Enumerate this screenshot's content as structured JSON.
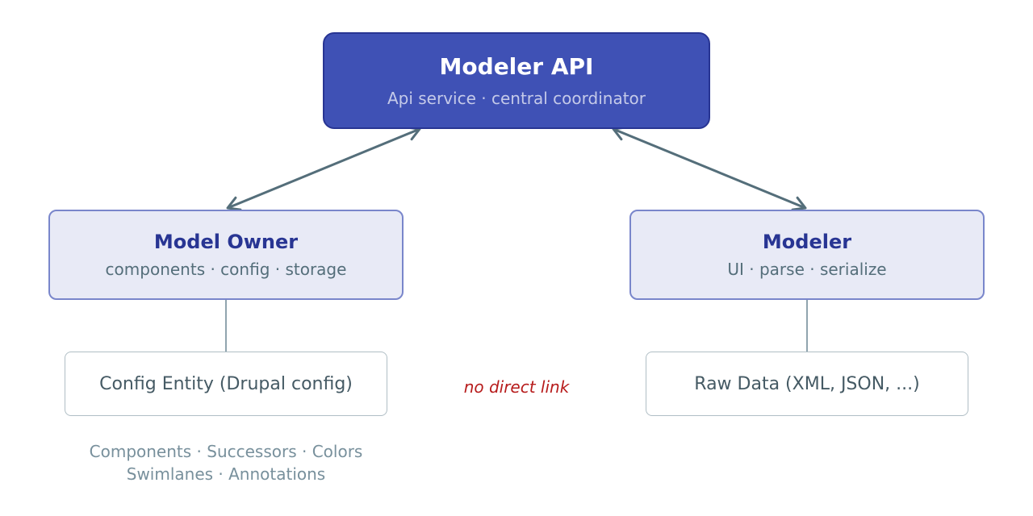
{
  "colors": {
    "api_fill": "#3f51b5",
    "api_border": "#283593",
    "component_fill": "#e8eaf6",
    "component_border": "#7986cb",
    "store_border": "#b0bec5",
    "connector": "#546e7a",
    "note": "#b71c1c"
  },
  "api": {
    "title": "Modeler API",
    "subtitle": "Api service · central coordinator"
  },
  "model_owner": {
    "title": "Model Owner",
    "subtitle": "components · config · storage"
  },
  "modeler": {
    "title": "Modeler",
    "subtitle": "UI · parse · serialize"
  },
  "config_entity": {
    "label": "Config Entity (Drupal config)",
    "caption_line1": "Components · Successors · Colors",
    "caption_line2": "Swimlanes · Annotations"
  },
  "raw_data": {
    "label": "Raw Data (XML, JSON, ...)"
  },
  "note": "no direct link"
}
